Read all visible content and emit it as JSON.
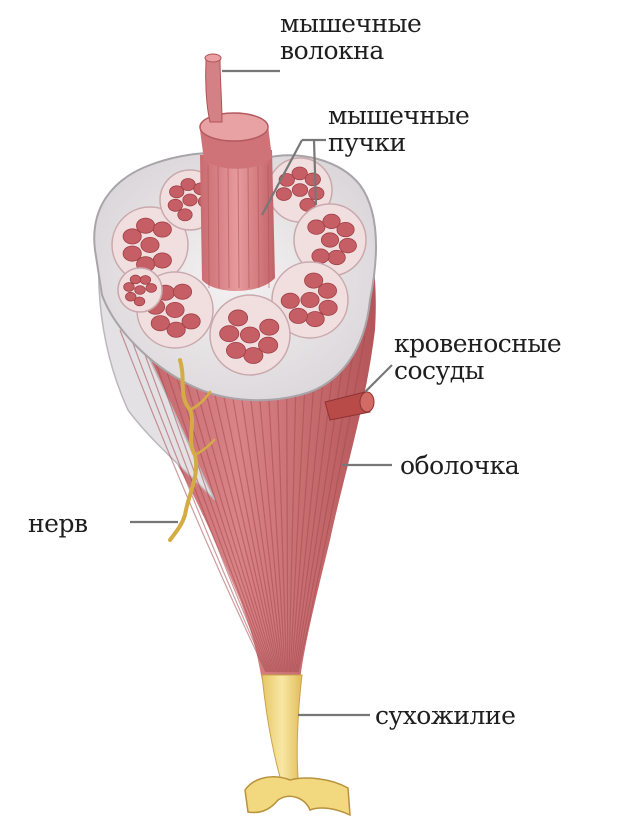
{
  "labels": {
    "fibers": [
      "мышечные",
      "волокна"
    ],
    "bundles": [
      "мышечные",
      "пучки"
    ],
    "vessels": [
      "кровеносные",
      "сосуды"
    ],
    "sheath": "оболочка",
    "nerve": "нерв",
    "tendon": "сухожилие"
  },
  "colors": {
    "muscle": "#c8676a",
    "muscle_dark": "#a84a4f",
    "fascia": "#e9e6e8",
    "tendon": "#f0d77f",
    "nerve": "#d9b24a",
    "leader": "#777777"
  }
}
